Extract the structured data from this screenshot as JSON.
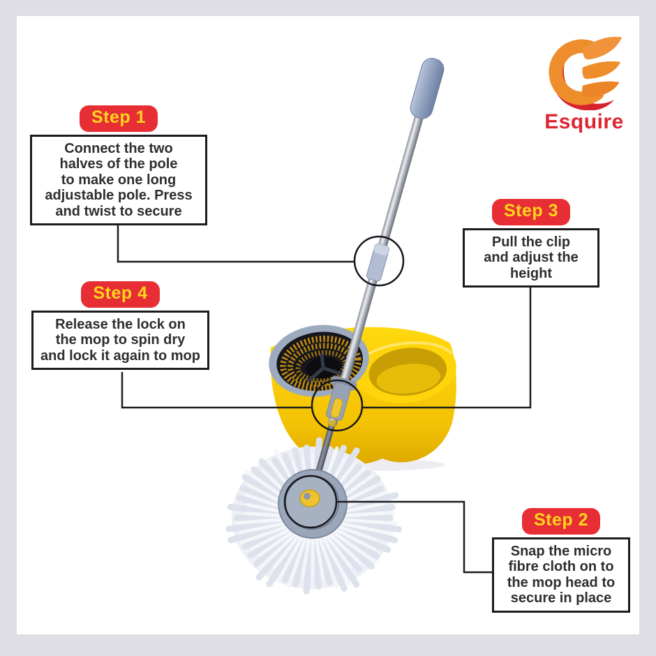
{
  "brand": {
    "wordmark": "Esquire",
    "logo_icon": "flame-e-icon"
  },
  "steps": [
    {
      "badge": "Step 1",
      "text": "Connect the two\nhalves of the pole\nto make one long\nadjustable pole. Press\nand twist to secure"
    },
    {
      "badge": "Step 2",
      "text": "Snap the micro\nfibre cloth on to\nthe mop head to\nsecure in place"
    },
    {
      "badge": "Step 3",
      "text": "Pull the clip\nand adjust the\nheight"
    },
    {
      "badge": "Step 4",
      "text": "Release the lock on\nthe mop to spin dry\nand lock it again to mop"
    }
  ],
  "product": {
    "description": "spin mop with bucket and microfibre head",
    "annotated_parts": [
      "pole-joint",
      "height-clip-and-spin-lock",
      "mop-head-hub"
    ]
  },
  "colors": {
    "frame_background": "#dfdee4",
    "card_background": "#ffffff",
    "badge_background": "#e62e34",
    "badge_text": "#ffd51e",
    "box_border": "#1c1c1e",
    "body_text": "#2e2e30",
    "bucket_yellow": "#f7c906",
    "logo_orange": "#ee8d2b",
    "logo_red": "#d8232f",
    "wordmark_red": "#e02530"
  }
}
